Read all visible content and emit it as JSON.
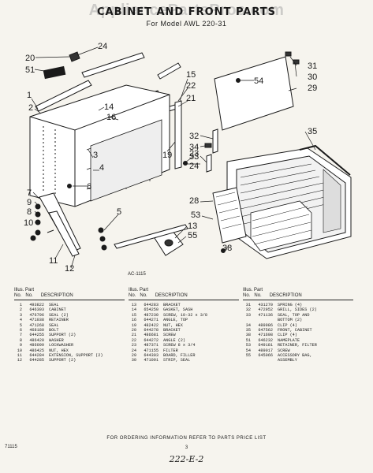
{
  "watermark": "AppliancePartsPros.com",
  "title": "CABINET AND FRONT PARTS",
  "subtitle": "For Model AWL 220-31",
  "drawing_code": "AC-1115",
  "callouts": {
    "c20": "20",
    "c24a": "24",
    "c51": "51",
    "c1": "1",
    "c2": "2",
    "c14": "14",
    "c16": "16",
    "c15": "15",
    "c22": "22",
    "c21": "21",
    "c31": "31",
    "c30": "30",
    "c29": "29",
    "c54": "54",
    "c3": "3",
    "c4": "4",
    "c19": "19",
    "c23": "23",
    "c35": "35",
    "c32": "32",
    "c34": "34",
    "c33": "33",
    "c24b": "24",
    "c7": "7",
    "c6": "6",
    "c9": "9",
    "c8": "8",
    "c10": "10",
    "c5": "5",
    "c28": "28",
    "c53": "53",
    "c13": "13",
    "c55": "55",
    "c38": "38",
    "c11": "11",
    "c12": "12"
  },
  "table_headers": {
    "illus": "Illus.",
    "part": "Part",
    "no": "No.",
    "no2": "No.",
    "description": "DESCRIPTION"
  },
  "parts_col1": [
    {
      "illus": "1",
      "part": "493822",
      "desc": "SEAL"
    },
    {
      "illus": "2",
      "part": "646303",
      "desc": "CABINET"
    },
    {
      "illus": "3",
      "part": "476796",
      "desc": "SEAL (2)"
    },
    {
      "illus": "4",
      "part": "471038",
      "desc": "RETAINER"
    },
    {
      "illus": "5",
      "part": "471268",
      "desc": "SEAL"
    },
    {
      "illus": "6",
      "part": "468180",
      "desc": "BOLT"
    },
    {
      "illus": "7",
      "part": "644255",
      "desc": "SUPPORT (2)"
    },
    {
      "illus": "8",
      "part": "486420",
      "desc": "WASHER"
    },
    {
      "illus": "9",
      "part": "486099",
      "desc": "LOCKWASHER"
    },
    {
      "illus": "10",
      "part": "486425",
      "desc": "NUT, HEX"
    },
    {
      "illus": "11",
      "part": "644284",
      "desc": "EXTENSION, SUPPORT (2)"
    },
    {
      "illus": "12",
      "part": "644285",
      "desc": "SUPPORT (2)"
    }
  ],
  "parts_col2": [
    {
      "illus": "13",
      "part": "644283",
      "desc": "BRACKET"
    },
    {
      "illus": "14",
      "part": "654250",
      "desc": "GASKET, SASH"
    },
    {
      "illus": "15",
      "part": "487230",
      "desc": "SCREW, 10-32 x 3/8"
    },
    {
      "illus": "16",
      "part": "644271",
      "desc": "ANGLE, TOP"
    },
    {
      "illus": "19",
      "part": "482422",
      "desc": "NUT, HEX"
    },
    {
      "illus": "20",
      "part": "644278",
      "desc": "BRACKET"
    },
    {
      "illus": "21",
      "part": "486681",
      "desc": "SCREW"
    },
    {
      "illus": "22",
      "part": "644272",
      "desc": "ANGLE (2)"
    },
    {
      "illus": "23",
      "part": "487371",
      "desc": "SCREW 8 x 3/4"
    },
    {
      "illus": "24",
      "part": "471155",
      "desc": "FILTER"
    },
    {
      "illus": "29",
      "part": "644303",
      "desc": "BOARD, FILLER"
    },
    {
      "illus": "30",
      "part": "471091",
      "desc": "STRIP, SEAL"
    }
  ],
  "parts_col3": [
    {
      "illus": "31",
      "part": "431270",
      "desc": "SPRING (4)"
    },
    {
      "illus": "32",
      "part": "472952",
      "desc": "GRILL, SIDES (2)"
    },
    {
      "illus": "33",
      "part": "471136",
      "desc": "SEAL, TOP AND"
    },
    {
      "illus": "",
      "part": "",
      "desc": "BOTTOM (2)"
    },
    {
      "illus": "34",
      "part": "489986",
      "desc": "CLIP (4)"
    },
    {
      "illus": "35",
      "part": "647562",
      "desc": "FRONT, CABINET"
    },
    {
      "illus": "38",
      "part": "471698",
      "desc": "CLIP (4)"
    },
    {
      "illus": "51",
      "part": "646232",
      "desc": "NAMEPLATE"
    },
    {
      "illus": "53",
      "part": "649181",
      "desc": "RETAINER, FILTER"
    },
    {
      "illus": "54",
      "part": "489017",
      "desc": "SCREW"
    },
    {
      "illus": "55",
      "part": "645066",
      "desc": "ACCESSORY BAG,"
    },
    {
      "illus": "",
      "part": "",
      "desc": "ASSEMBLY"
    }
  ],
  "footer_note": "FOR ORDERING INFORMATION REFER TO PARTS PRICE LIST",
  "left_code": "71115",
  "page_number": "3",
  "handwritten_code": "222-E-2"
}
